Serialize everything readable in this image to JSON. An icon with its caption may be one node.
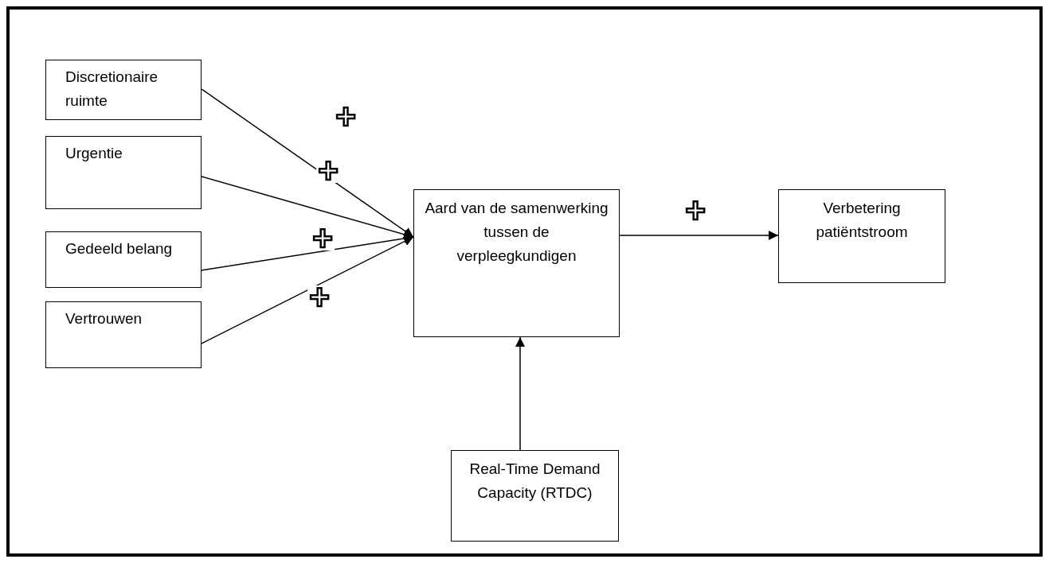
{
  "diagram": {
    "nodes": [
      {
        "text": [
          "Discretionaire ruimte"
        ]
      },
      {
        "text": [
          "Urgentie"
        ]
      },
      {
        "text": [
          "Gedeeld belang"
        ]
      },
      {
        "text": [
          "Vertrouwen"
        ]
      },
      {
        "text": [
          "Aard van de samenwerking tussen de verpleegkundigen"
        ]
      },
      {
        "text": [
          "Verbetering patiëntstroom"
        ]
      },
      {
        "text": [
          "Real-Time Demand Capacity (RTDC)"
        ]
      }
    ],
    "edges": [
      {
        "from": 0,
        "to": 4,
        "arrow": "to",
        "label": "+"
      },
      {
        "from": 1,
        "to": 4,
        "arrow": "to",
        "label": "+"
      },
      {
        "from": 2,
        "to": 4,
        "arrow": "to",
        "label": "+"
      },
      {
        "from": 3,
        "to": 4,
        "arrow": "to",
        "label": "+"
      },
      {
        "from": 4,
        "to": 5,
        "arrow": "to",
        "label": "+"
      },
      {
        "from": 6,
        "to": 4,
        "arrow": "to"
      }
    ]
  }
}
